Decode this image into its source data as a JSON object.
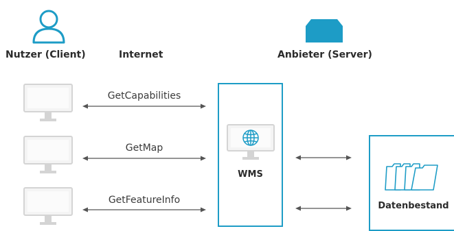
{
  "headings": {
    "client": "Nutzer (Client)",
    "internet": "Internet",
    "server": "Anbieter (Server)"
  },
  "requests": [
    {
      "label": "GetCapabilities"
    },
    {
      "label": "GetMap"
    },
    {
      "label": "GetFeatureInfo"
    }
  ],
  "server": {
    "label": "WMS"
  },
  "datastore": {
    "label": "Datenbestand"
  },
  "icons": {
    "user": "user-icon",
    "server": "server-icon",
    "monitor": "monitor-icon",
    "globe": "globe-icon",
    "folders": "folders-icon"
  },
  "colors": {
    "accent": "#1d9cc6",
    "monitor_frame": "#dcdcdc",
    "monitor_screen": "#f2f2f2",
    "arrow": "#555555"
  }
}
